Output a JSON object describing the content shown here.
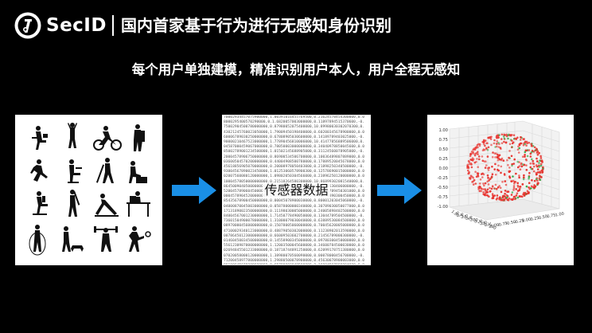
{
  "header": {
    "brand": "SecID",
    "title": "国内首家基于行为进行无感知身份识别"
  },
  "subtitle": "每个用户单独建模，精准识别用户本人，用户全程无感知",
  "panels": {
    "people": {
      "icon": "activity-silhouettes-icon"
    },
    "sensor": {
      "label": "传感器数据",
      "lines": [
        "70002934457075900000,1.00391016455769500,0.21624578454300000,0.0",
        "8000295400570290000,0.1.6820057003000000,0.11897894515370600,-0.",
        "75002904500780000000,0.87980052075400000,10.89980030302070300,0.",
        "43021245760023050000,1.79009450198400000,0.60200345678900000,0.0",
        "60006789030250000000,0.67808905030600000,0.14189789403025000,-0.",
        "90000210467523000000,1.77890456810006000,10.41477856889506000,0.",
        "04587000459067000000,0.78050003000000000,0.34040978850045600,0.0",
        "85002789001234500000,1.01502145688905000,0.31124560078905000,-0.",
        "20004578906750000000,0.86900534506700000,0.10036489807889000,0.0",
        "03600504570200000000,0.44004908500780000,0.17889520045678000,0.0",
        "45618856905070000000,0.20008978050403000,0.21898250340500000,-0.",
        "93004567890023450000,1.01253060578900300,0.12578690015000000,0.0",
        "02007560080120000000,1.09802050304566000,0.23896250120000000,0.0",
        "10004578050000000000,0.21518264580300000,10.86899302081540000,0.",
        "86450090405000000000,0.17589000458000000,0.19800530406000000,-0.",
        "52004578906045000000,0.98800410015007000,0.12546789450301000,0.0",
        "00045789045200000000,1.55800270450020000,0.20879890300450000,0.0",
        "85435678900450000000,0.00045078900030000,0.80001203045060000,-0.",
        "04000870045003000000,0.05878000000340000,0.30789030050077000,0.0",
        "17131890023500000000,0.11198030005000000,0.24005898402500000,0.0",
        "84004567001230000000,1.71450778490050000,0.13044789504500000,-0.",
        "73601504900078000000,1.31000079030040000,0.63889530084500000,0.0",
        "08970000456000000000,0.15078005060000000,0.70045620005000000,0.0",
        "47100029340123000000,0.48879050302000000,0.11238902013590000,0.0",
        "00786450123000000000,0.66009503602700000,0.21456789000300000,-0.",
        "01460450034500000000,0.14558900345000000,0.09780300450000000,0.0",
        "55612309870000000000,1.12003500045600000,0.34600784500030000,0.0",
        "02694845501233000000,0.18718744891250000,0.62099178751380000,0.0",
        "07020058000120000000,1.38980070560090000,0.00078000456700000,-0.",
        "71200458977800000000,1.29880500078900000,0.45630078900003000,0.0",
        "86100045678009000000,0.65780003040500000,0.10004567800004000,0.0",
        "82600789005678000000,0.00445120040256000,0.48678400058900000,0.0",
        "69290095710300000000,1.17880000000000000,0.00789330034500000,-0.",
        "30050002300045600000,0.94180000000000000,0.06250090009000000,0.0",
        "08024604580056000000,0.63370000077940000,0.37896520456789000,0.0",
        "01015614546230000000,12.69850274546780000,61.39468140450000000,0.",
        "45600007891234000000,0.00005000058000000,0.12330006789000000,-0.",
        "50200013007590000000,0.27810678502045000,0.00230045678000000,0.0",
        "58610045678301200000,0.15460008900008000,0.12899090004500000,0.0",
        "03000045678900000000,0.70450304560780000,0.11270450000450000,0.0",
        "70004578900000000000,1.13590045670090000,-0.50200600007000000,0.",
        "57004589002345000000,0.58700023040700000,0.42480008900300000,0.0",
        "00456789012300000000,1.48000000000060000,0.00450000090780000,0.0",
        "51974780034560000000,1.34760078000400000,-0.37020000054700000,0.",
        "83004561237800000000,0.62003040500600000,0.10004560078900000,0.0",
        "31494998500570000000,0.08018244894800000,82.42431,3.78700000000,",
        "50400123004560000000,1.22004567800300000,0.00045670000900000,0.0"
      ]
    },
    "plot": {
      "icon": "3d-scatter-plot-icon",
      "z_ticks": [
        "1.00",
        "0.75",
        "0.50",
        "0.25",
        "0.00",
        "-0.25",
        "-0.50",
        "-0.75",
        "-1.00"
      ],
      "x_ticks": [
        "-1.00",
        "-0.75",
        "-0.50",
        "-0.25",
        "0.00",
        "0.25",
        "0.50",
        "0.75",
        "1.00"
      ],
      "y_ticks": [
        "1.00",
        "0.75",
        "0.50",
        "0.25",
        "0.00",
        "-0.25",
        "-0.50",
        "-0.75",
        "-1.00"
      ],
      "colors": {
        "primary": "#e8322d",
        "secondary": "#3aa84a"
      }
    }
  },
  "colors": {
    "background": "#000000",
    "arrow": "#1a8fe6",
    "text": "#ffffff"
  }
}
